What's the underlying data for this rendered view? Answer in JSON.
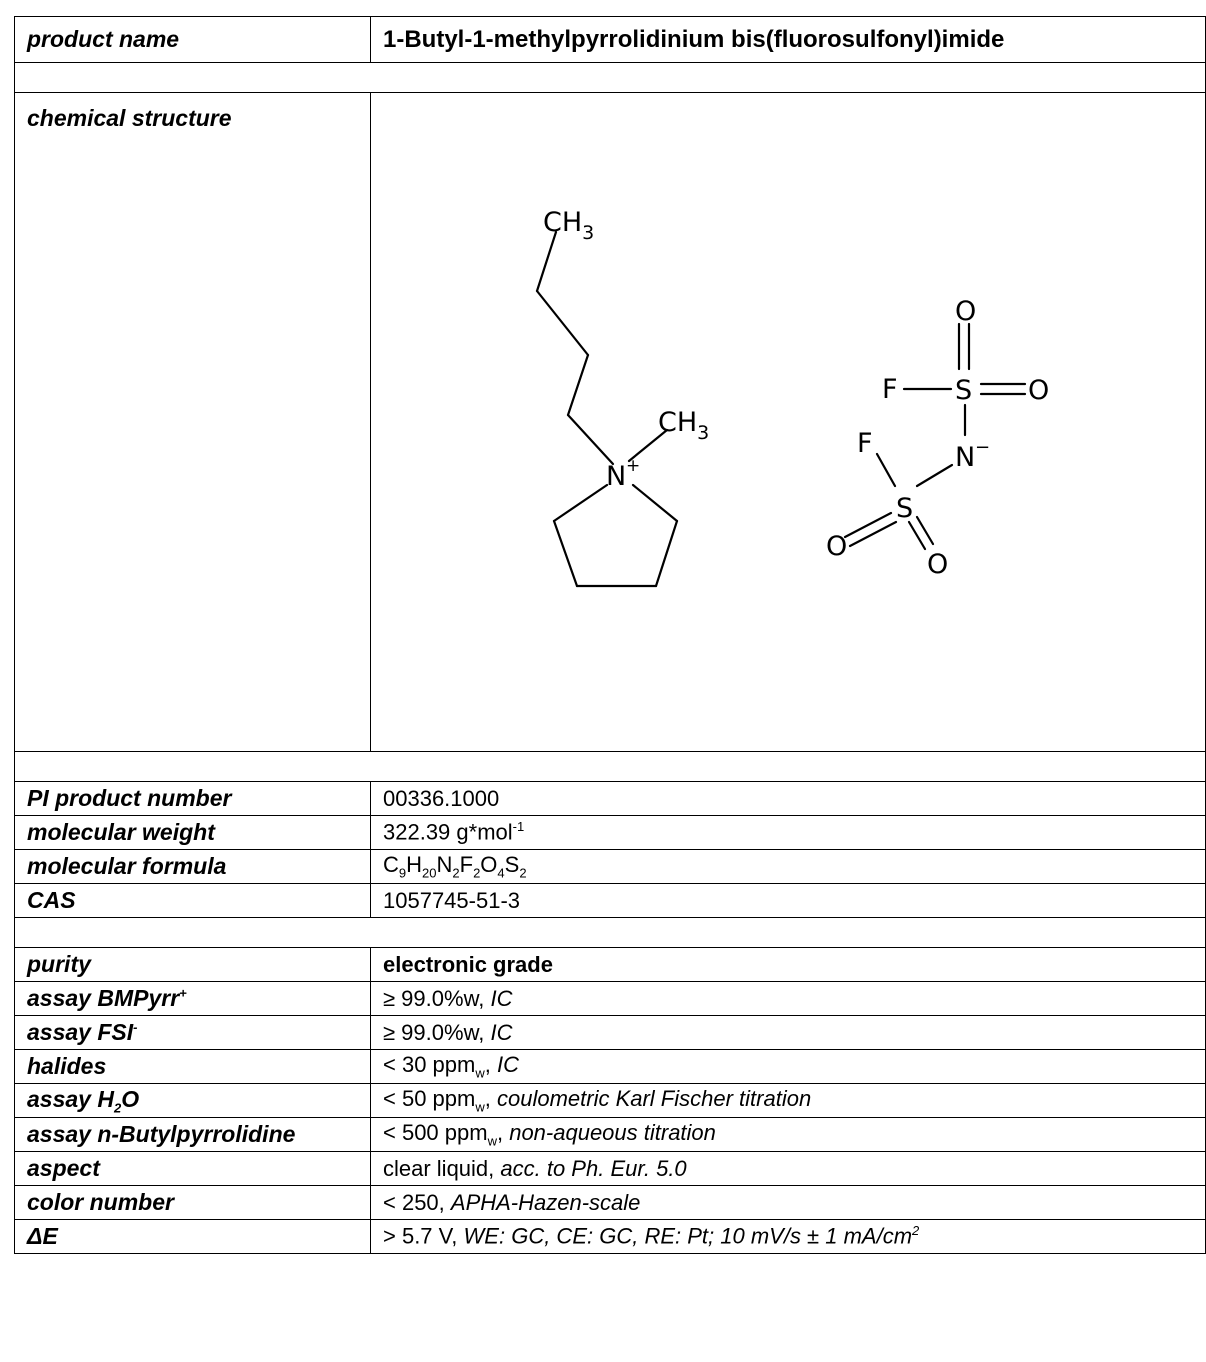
{
  "product_name": {
    "label": "product name",
    "value": "1-Butyl-1-methylpyrrolidinium bis(fluorosulfonyl)imide"
  },
  "structure": {
    "label": "chemical structure",
    "atoms": {
      "ch3_top": "CH",
      "ch3_top_sub": "3",
      "ch3_methyl": "CH",
      "ch3_methyl_sub": "3",
      "n_cation": "N",
      "n_cation_charge": "+",
      "o1": "O",
      "f1": "F",
      "s1": "S",
      "o2": "O",
      "f2": "F",
      "n_anion": "N",
      "n_anion_charge": "−",
      "s2": "S",
      "o3": "O",
      "o4": "O"
    }
  },
  "identity": {
    "pi_number": {
      "label": "PI product number",
      "value": "00336.1000"
    },
    "mol_weight": {
      "label": "molecular weight",
      "value": "322.39 g*mol",
      "sup": "-1"
    },
    "mol_formula": {
      "label": "molecular formula",
      "parts": [
        "C",
        "9",
        "H",
        "20",
        "N",
        "2",
        "F",
        "2",
        "O",
        "4",
        "S",
        "2"
      ]
    },
    "cas": {
      "label": "CAS",
      "value": "1057745-51-3"
    }
  },
  "specs": {
    "purity": {
      "label": "purity",
      "value": "electronic grade"
    },
    "assay_cation": {
      "label": "assay BMPyrr",
      "label_sup": "+",
      "value": "≥ 99.0%w, ",
      "method": "IC"
    },
    "assay_anion": {
      "label": "assay FSI",
      "label_sup": "-",
      "value": "≥ 99.0%w, ",
      "method": "IC"
    },
    "halides": {
      "label": "halides",
      "value": "< 30 ppm",
      "value_sub": "w",
      "sep": ", ",
      "method": "IC"
    },
    "assay_water": {
      "label_pre": "assay H",
      "label_sub": "2",
      "label_post": "O",
      "value": "< 50 ppm",
      "value_sub": "w",
      "sep": ", ",
      "method": "coulometric Karl Fischer titration"
    },
    "assay_base": {
      "label": "assay n-Butylpyrrolidine",
      "value": "< 500 ppm",
      "value_sub": "w",
      "sep": ", ",
      "method": "non-aqueous titration"
    },
    "aspect": {
      "label": "aspect",
      "value": "clear liquid, ",
      "method": "acc. to Ph. Eur. 5.0"
    },
    "color": {
      "label": "color number",
      "value": "< 250, ",
      "method": "APHA-Hazen-scale"
    },
    "window": {
      "label": "ΔE",
      "value": "> 5.7 V, ",
      "method": "WE: GC, CE: GC, RE: Pt; 10 mV/s ± 1 mA/cm",
      "method_sup": "2"
    }
  }
}
